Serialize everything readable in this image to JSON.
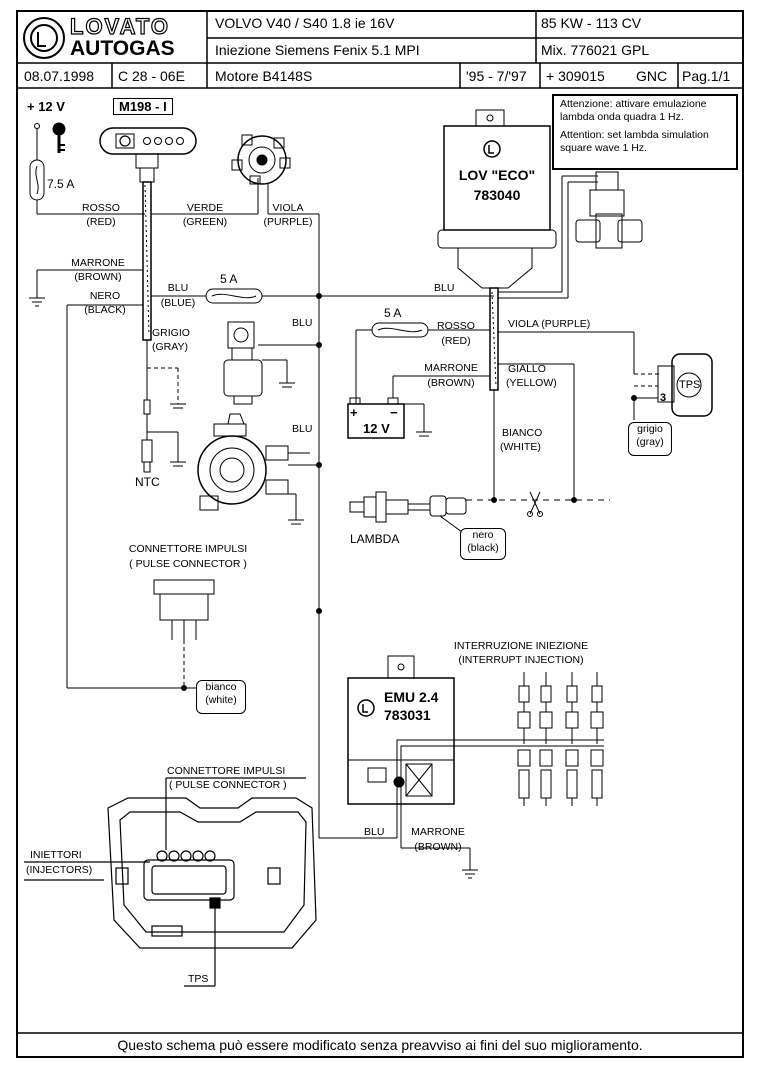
{
  "header": {
    "brand_line1": "LOVATO",
    "brand_line2": "AUTOGAS",
    "vehicle": "VOLVO  V40 / S40  1.8  ie  16V",
    "power": "85 KW - 113 CV",
    "injection": "Iniezione  Siemens Fenix 5.1    MPI",
    "mix": "Mix. 776021  GPL",
    "date": "08.07.1998",
    "code": "C 28 - 06E",
    "engine": "Motore    B4148S",
    "years": "'95 - 7/'97",
    "ref": "+ 309015",
    "gnc": "GNC",
    "page": "Pag.1/1"
  },
  "notice": {
    "it": "Attenzione: attivare emulazione lambda onda quadra 1 Hz.",
    "en": "Attention: set lambda simulation square wave 1 Hz."
  },
  "components": {
    "supply": "+ 12 V",
    "switch": "M198 - I",
    "fuse_main": "7.5 A",
    "fuse_blu": "5 A",
    "fuse_red": "5 A",
    "ecu_name": "LOV \"ECO\"",
    "ecu_code": "783040",
    "battery": "12 V",
    "tps": "TPS",
    "tps_pin": "3",
    "lambda": "LAMBDA",
    "ntc": "NTC",
    "emu_name": "EMU 2.4",
    "emu_code": "783031"
  },
  "wires": {
    "rosso": "ROSSO",
    "red": "(RED)",
    "verde": "VERDE",
    "green": "(GREEN)",
    "viola": "VIOLA",
    "purple": "(PURPLE)",
    "marrone": "MARRONE",
    "brown": "(BROWN)",
    "nero": "NERO",
    "black": "(BLACK)",
    "blu": "BLU",
    "blue": "(BLUE)",
    "grigio": "GRIGIO",
    "gray": "(GRAY)",
    "viola_purple": "VIOLA (PURPLE)",
    "giallo": "GIALLO",
    "yellow": "(YELLOW)",
    "bianco": "BIANCO",
    "white": "(WHITE)",
    "grigio_l": "grigio",
    "gray_l": "(gray)",
    "nero_l": "nero",
    "black_l": "(black)",
    "bianco_l": "bianco",
    "white_l": "(white)"
  },
  "captions": {
    "pulse_it": "CONNETTORE IMPULSI",
    "pulse_en": "( PULSE CONNECTOR )",
    "pulse2_it": "CONNETTORE IMPULSI",
    "pulse2_en": "( PULSE CONNECTOR )",
    "interr_it": "INTERRUZIONE INIEZIONE",
    "interr_en": "(INTERRUPT INJECTION)",
    "injectors_it": "INIETTORI",
    "injectors_en": "(INJECTORS)",
    "tps_bottom": "TPS"
  },
  "footer": "Questo schema può essere modificato senza preavviso ai fini del suo miglioramento."
}
